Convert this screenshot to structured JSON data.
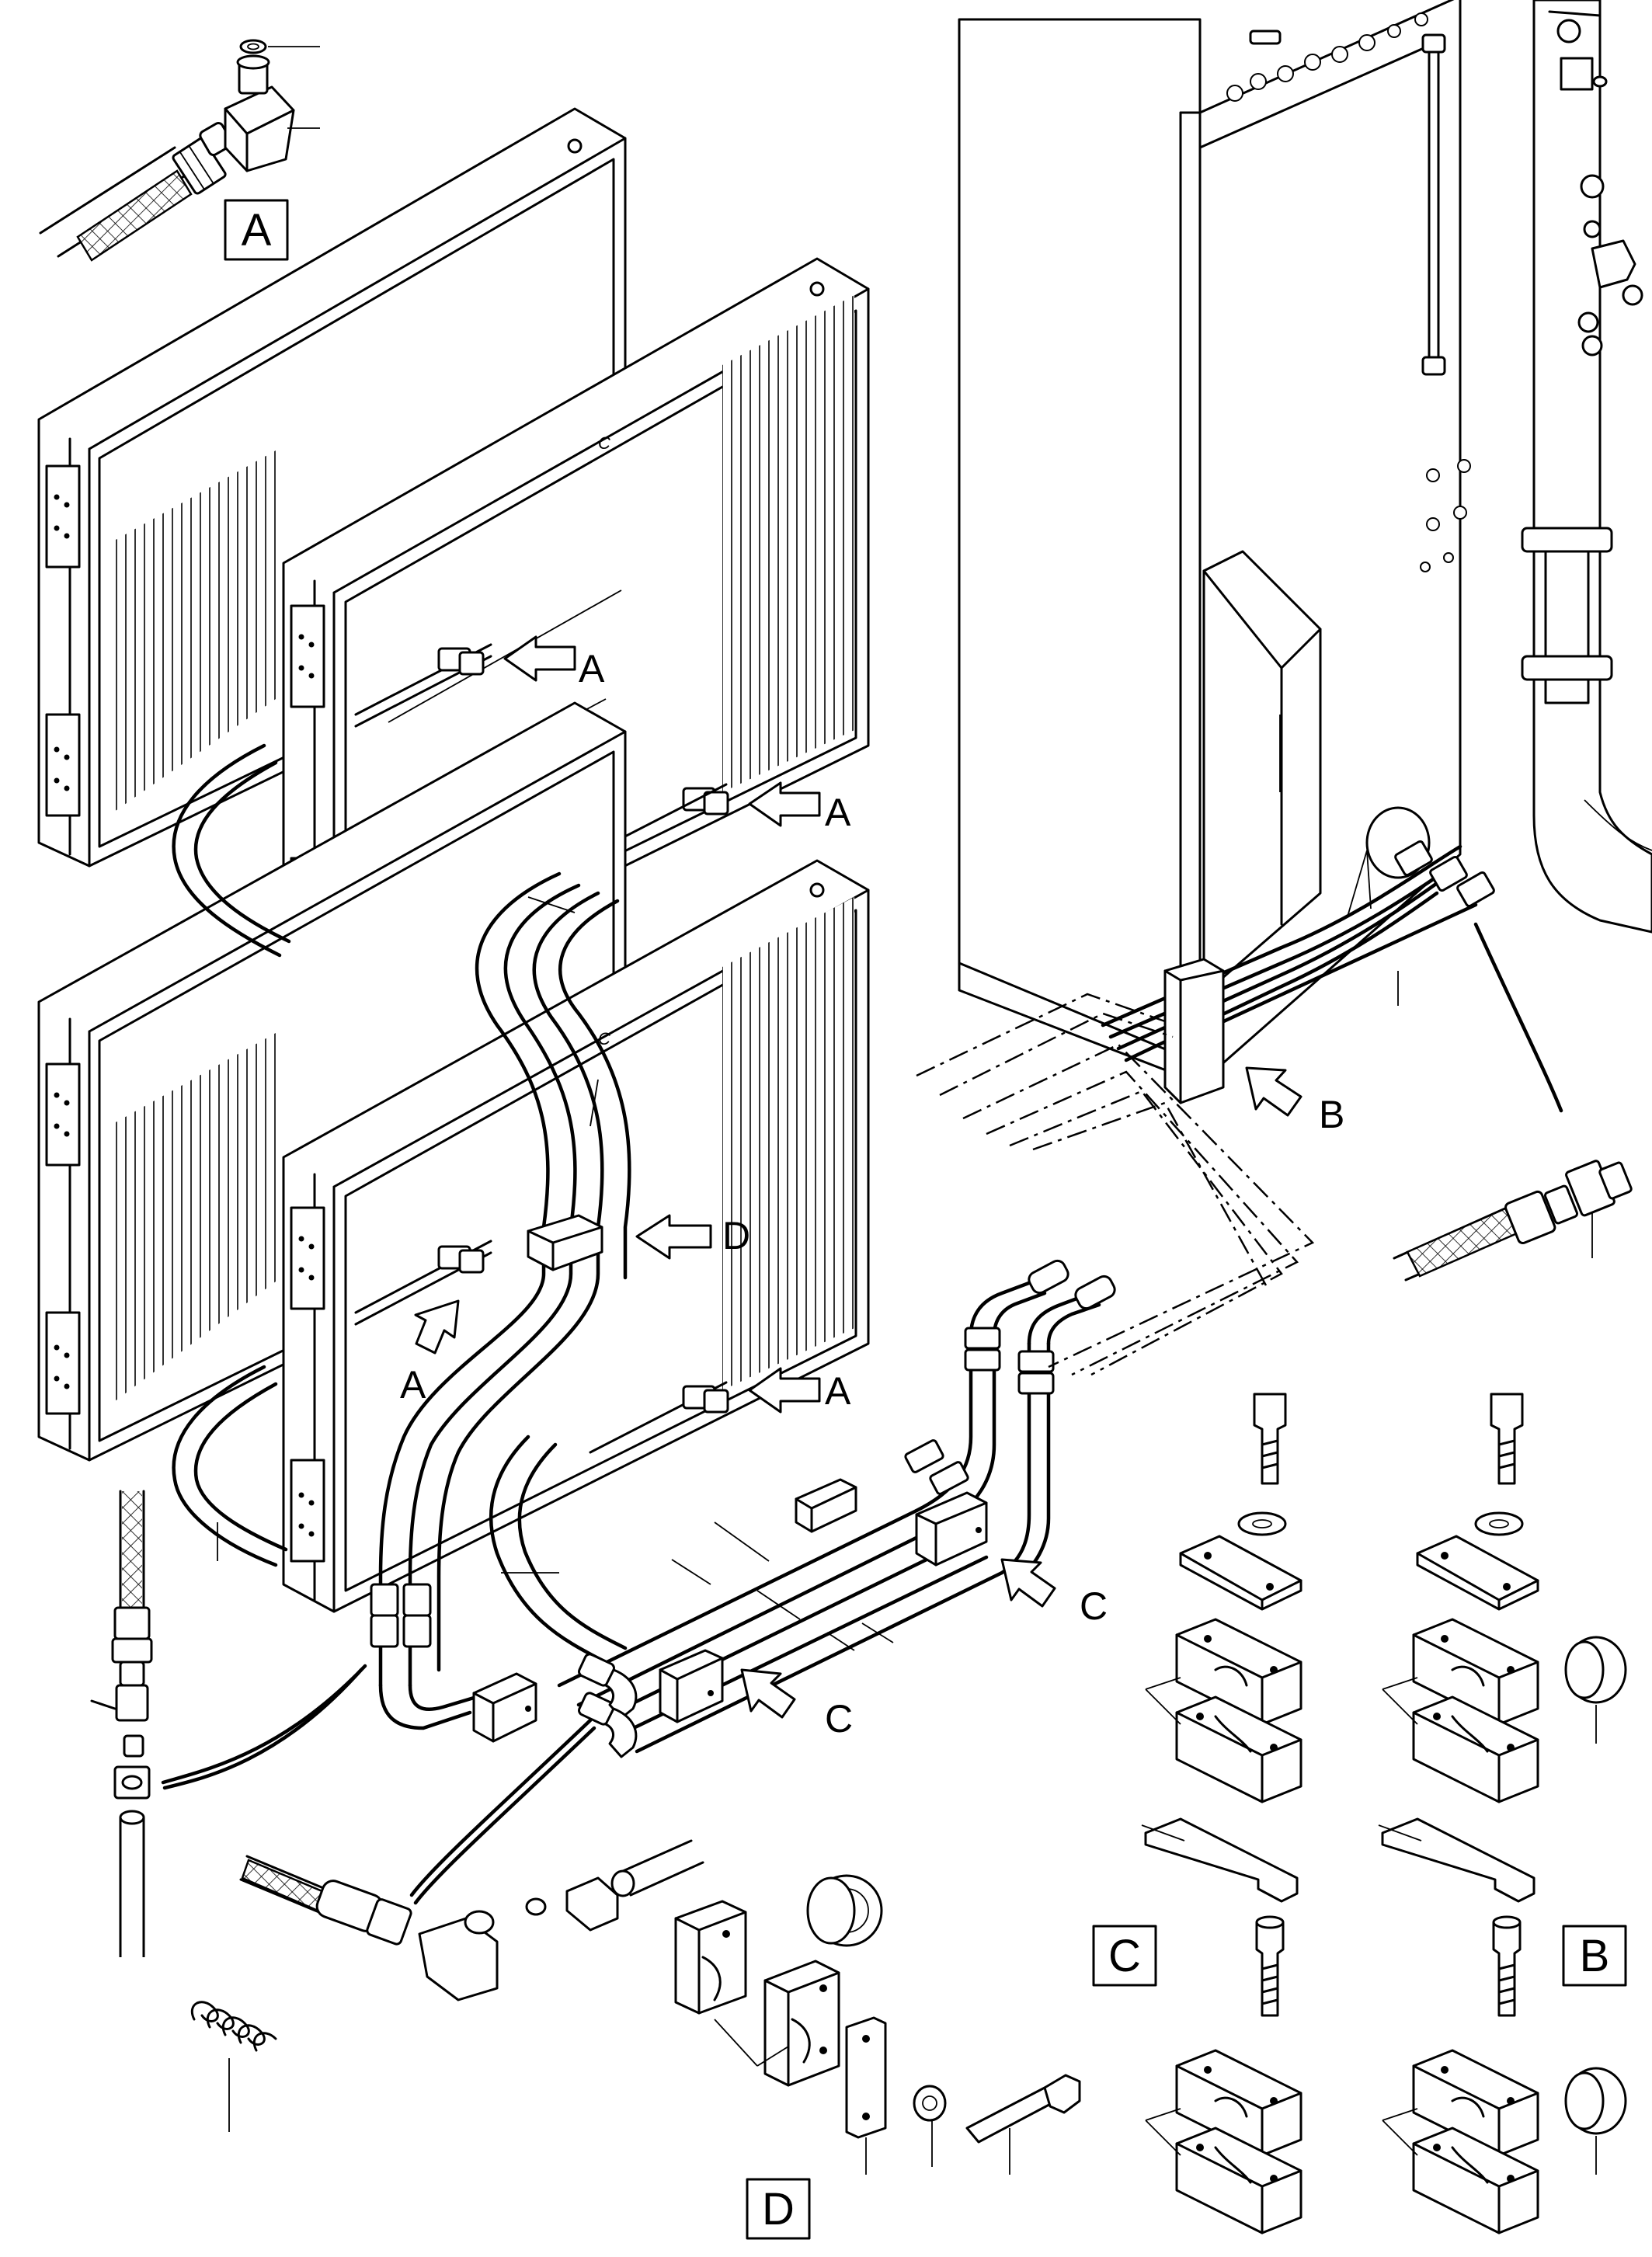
{
  "diagram": {
    "detail_boxes": {
      "a": "A",
      "b": "B",
      "c": "C",
      "d": "D"
    },
    "arrow_labels": {
      "a1": "A",
      "a2": "A",
      "a3": "A",
      "a4": "A",
      "b": "B",
      "c1": "C",
      "c2": "C",
      "d": "D"
    },
    "cooler_marks": {
      "upper": "C",
      "lower": "C"
    }
  }
}
